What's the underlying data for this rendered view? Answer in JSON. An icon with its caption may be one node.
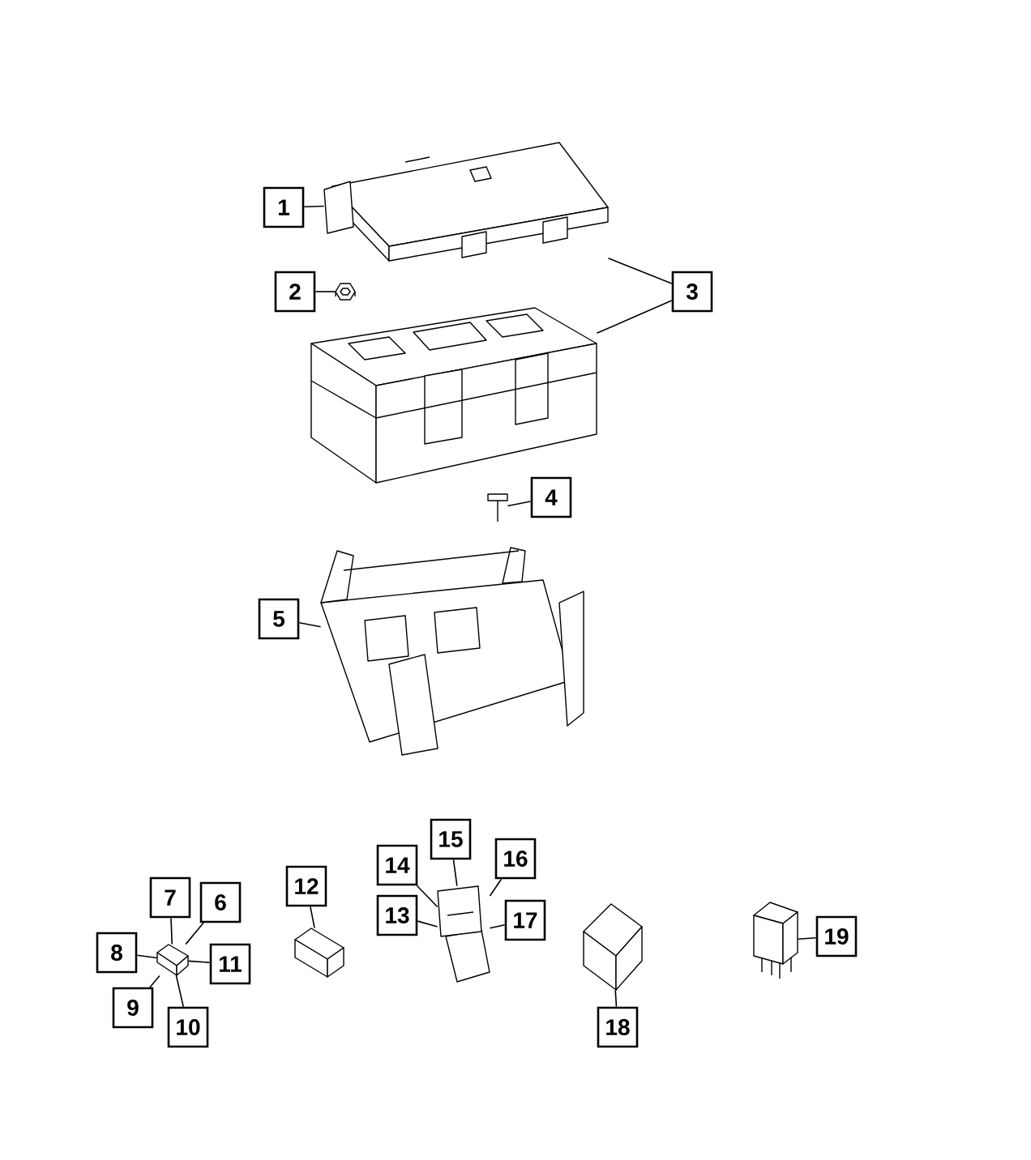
{
  "diagram": {
    "nodes": [
      {
        "text": [
          "1"
        ]
      },
      {
        "text": [],
        "shape": "picture"
      },
      {
        "text": [
          "3"
        ]
      },
      {
        "text": [
          "2"
        ]
      },
      {
        "text": [],
        "shape": "picture"
      },
      {
        "text": [],
        "shape": "picture"
      },
      {
        "text": [
          "4"
        ]
      },
      {
        "text": [],
        "shape": "picture"
      },
      {
        "text": [
          "5"
        ]
      },
      {
        "text": [],
        "shape": "picture"
      },
      {
        "text": [
          "7"
        ]
      },
      {
        "text": [
          "6"
        ]
      },
      {
        "text": [
          "8"
        ]
      },
      {
        "text": [
          "11"
        ]
      },
      {
        "text": [
          "9"
        ]
      },
      {
        "text": [
          "10"
        ]
      },
      {
        "text": [],
        "shape": "picture"
      },
      {
        "text": [
          "12"
        ]
      },
      {
        "text": [],
        "shape": "picture"
      },
      {
        "text": [
          "14"
        ]
      },
      {
        "text": [
          "15"
        ]
      },
      {
        "text": [
          "16"
        ]
      },
      {
        "text": [
          "13"
        ]
      },
      {
        "text": [
          "17"
        ]
      },
      {
        "text": [],
        "shape": "picture"
      },
      {
        "text": [],
        "shape": "picture"
      },
      {
        "text": [
          "18"
        ]
      },
      {
        "text": [],
        "shape": "picture"
      },
      {
        "text": [
          "19"
        ]
      }
    ],
    "edges": [
      {
        "from": 0,
        "to": 1,
        "arrow": "none"
      },
      {
        "from": 2,
        "to": 1,
        "arrow": "none"
      },
      {
        "from": 2,
        "to": 5,
        "arrow": "none"
      },
      {
        "from": 3,
        "to": 4,
        "arrow": "none"
      },
      {
        "from": 6,
        "to": 7,
        "arrow": "none"
      },
      {
        "from": 8,
        "to": 9,
        "arrow": "none"
      },
      {
        "from": 10,
        "to": 16,
        "arrow": "none"
      },
      {
        "from": 11,
        "to": 16,
        "arrow": "none"
      },
      {
        "from": 12,
        "to": 16,
        "arrow": "none"
      },
      {
        "from": 13,
        "to": 16,
        "arrow": "none"
      },
      {
        "from": 14,
        "to": 16,
        "arrow": "none"
      },
      {
        "from": 15,
        "to": 16,
        "arrow": "none"
      },
      {
        "from": 17,
        "to": 18,
        "arrow": "none"
      },
      {
        "from": 19,
        "to": 24,
        "arrow": "none"
      },
      {
        "from": 20,
        "to": 24,
        "arrow": "none"
      },
      {
        "from": 21,
        "to": 24,
        "arrow": "none"
      },
      {
        "from": 22,
        "to": 24,
        "arrow": "none"
      },
      {
        "from": 23,
        "to": 24,
        "arrow": "none"
      },
      {
        "from": 26,
        "to": 25,
        "arrow": "none"
      },
      {
        "from": 28,
        "to": 27,
        "arrow": "none"
      }
    ]
  }
}
